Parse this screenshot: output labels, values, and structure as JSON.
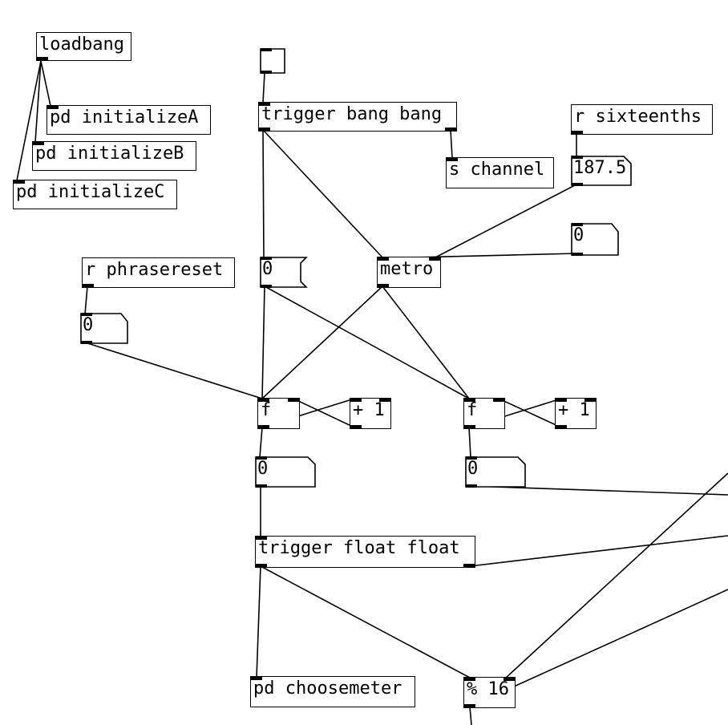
{
  "objects": {
    "loadbang": "loadbang",
    "initA": "pd initializeA",
    "initB": "pd initializeB",
    "initC": "pd initializeC",
    "trigger_bb": "trigger bang bang",
    "s_channel": "s channel",
    "r_sixteenths": "r sixteenths",
    "metro": "metro",
    "r_phrasereset": "r phrasereset",
    "f1": "f",
    "plus1a": "+ 1",
    "f2": "f",
    "plus1b": "+ 1",
    "trigger_ff": "trigger float float",
    "choosemeter": "pd choosemeter",
    "mod16": "% 16"
  },
  "numbers": {
    "tempo": "187.5",
    "num_metro_right": "0",
    "num_phrasereset": "0",
    "num_f1_out": "0",
    "num_f2_out": "0"
  },
  "messages": {
    "msg_zero": "0"
  }
}
